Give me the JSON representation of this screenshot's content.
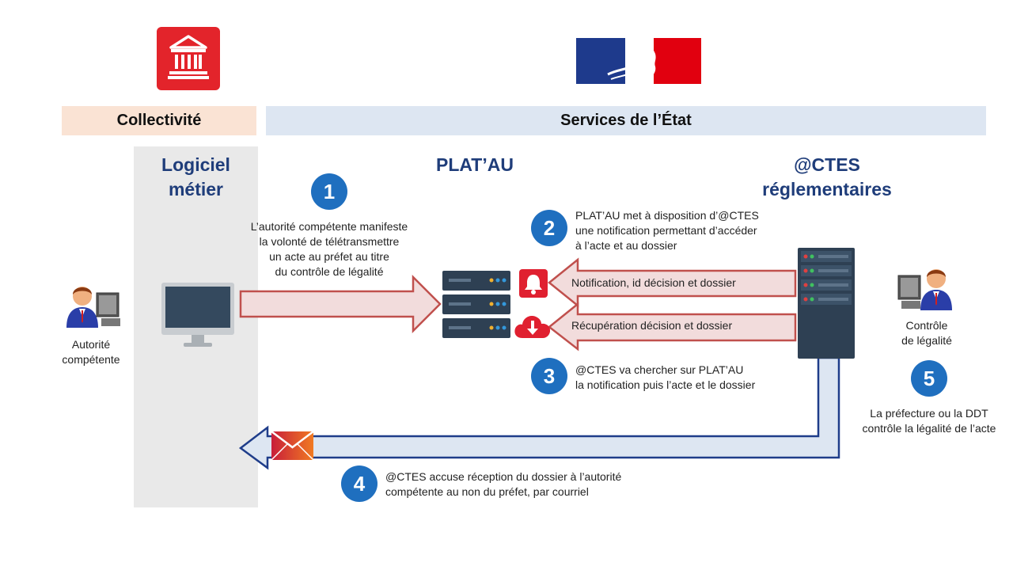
{
  "headers": {
    "collectivite": "Collectivité",
    "services_etat": "Services de l’État"
  },
  "columns": {
    "logiciel_line1": "Logiciel",
    "logiciel_line2": "métier",
    "platau": "PLAT’AU",
    "actes_line1": "@CTES",
    "actes_line2": "réglementaires"
  },
  "actors": {
    "autorite_line1": "Autorité",
    "autorite_line2": "compétente",
    "controle_line1": "Contrôle",
    "controle_line2": "de légalité"
  },
  "steps": [
    {
      "num": "1",
      "lines": [
        "L’autorité compétente manifeste",
        "la volonté  de télétransmettre",
        "un acte au préfet au titre",
        "du contrôle de légalité"
      ]
    },
    {
      "num": "2",
      "lines": [
        "PLAT’AU met à disposition d’@CTES",
        "une notification permettant d’accéder",
        "à l’acte et au dossier"
      ]
    },
    {
      "num": "3",
      "lines": [
        "@CTES va chercher sur PLAT’AU",
        "la notification puis l’acte et le dossier"
      ]
    },
    {
      "num": "4",
      "lines": [
        "@CTES accuse réception du dossier à l’autorité",
        "compétente au non du préfet, par courriel"
      ]
    },
    {
      "num": "5",
      "lines": [
        "La préfecture ou la DDT",
        "contrôle la légalité de l’acte"
      ]
    }
  ],
  "arrows": {
    "notification": "Notification, id décision et dossier",
    "recuperation": "Récupération décision et dossier"
  },
  "colors": {
    "navy": "#1f3d7a",
    "step_blue": "#1f6fbf",
    "arrow_fill_red": "#f2dcdc",
    "arrow_stroke_red": "#c0504d",
    "arrow_fill_blue": "#dde6f2",
    "arrow_stroke_blue": "#1f3d8a",
    "alert_red": "#e02030"
  },
  "icons": {
    "collectivite_logo": "town-hall-icon",
    "etat_logo": "marianne-logo",
    "computer": "monitor-icon",
    "platau_server": "server-rack-icon",
    "actes_server": "server-tower-icon",
    "bell": "bell-icon",
    "cloud": "cloud-download-icon",
    "mail": "envelope-icon",
    "user": "user-at-computer-icon"
  }
}
